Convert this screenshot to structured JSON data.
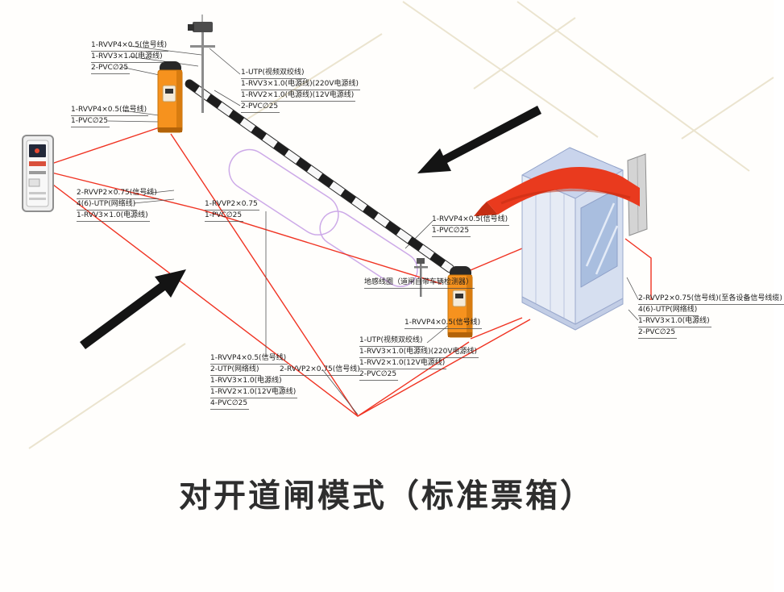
{
  "title": "对开道闸模式（标准票箱）",
  "colors": {
    "gate_orange": "#f6921e",
    "wire_red": "#f03322",
    "ribbon_red": "#e93a1e",
    "arrow_black": "#141414",
    "booth_blue": "#c9d4ec",
    "island_purple": "#cdaae8"
  },
  "labels": {
    "g1": [
      "1-RVVP4×0.5(信号线)",
      "1-RVV3×1.0(电源线)",
      "2-PVC∅25"
    ],
    "g2": [
      "1-RVVP4×0.5(信号线)",
      "1-PVC∅25"
    ],
    "g3": [
      "1-UTP(视频双绞线)",
      "1-RVV3×1.0(电源线)(220V电源线)",
      "1-RVV2×1.0(电源线)(12V电源线)",
      "2-PVC∅25"
    ],
    "g4": [
      "2-RVVP2×0.75(信号线)",
      "4(6)-UTP(网络线)",
      "1-RVV3×1.0(电源线)"
    ],
    "g5": [
      "1-RVVP2×0.75",
      "1-PVC∅25"
    ],
    "g6": [
      "1-RVVP4×0.5(信号线)",
      "1-PVC∅25"
    ],
    "g7": [
      "地感线圈（道闸自带车辆检测器）"
    ],
    "g8a": [
      "1-RVVP4×0.5(信号线)"
    ],
    "g8b": [
      "1-UTP(视频双绞线)",
      "1-RVV3×1.0(电源线)(220V电源线)",
      "1-RVV2×1.0(12V电源线)",
      "2-PVC∅25"
    ],
    "g9": [
      "1-RVVP4×0.5(信号线)",
      "2-UTP(网络线)",
      "1-RVV3×1.0(电源线)",
      "1-RVV2×1.0(12V电源线)",
      "4-PVC∅25"
    ],
    "g9b": [
      "2-RVVP2×0.75(信号线)"
    ],
    "g10": [
      "2-RVVP2×0.75(信号线)(至各设备信号线缆)",
      "4(6)-UTP(网络线)",
      "1-RVV3×1.0(电源线)",
      "2-PVC∅25"
    ]
  }
}
